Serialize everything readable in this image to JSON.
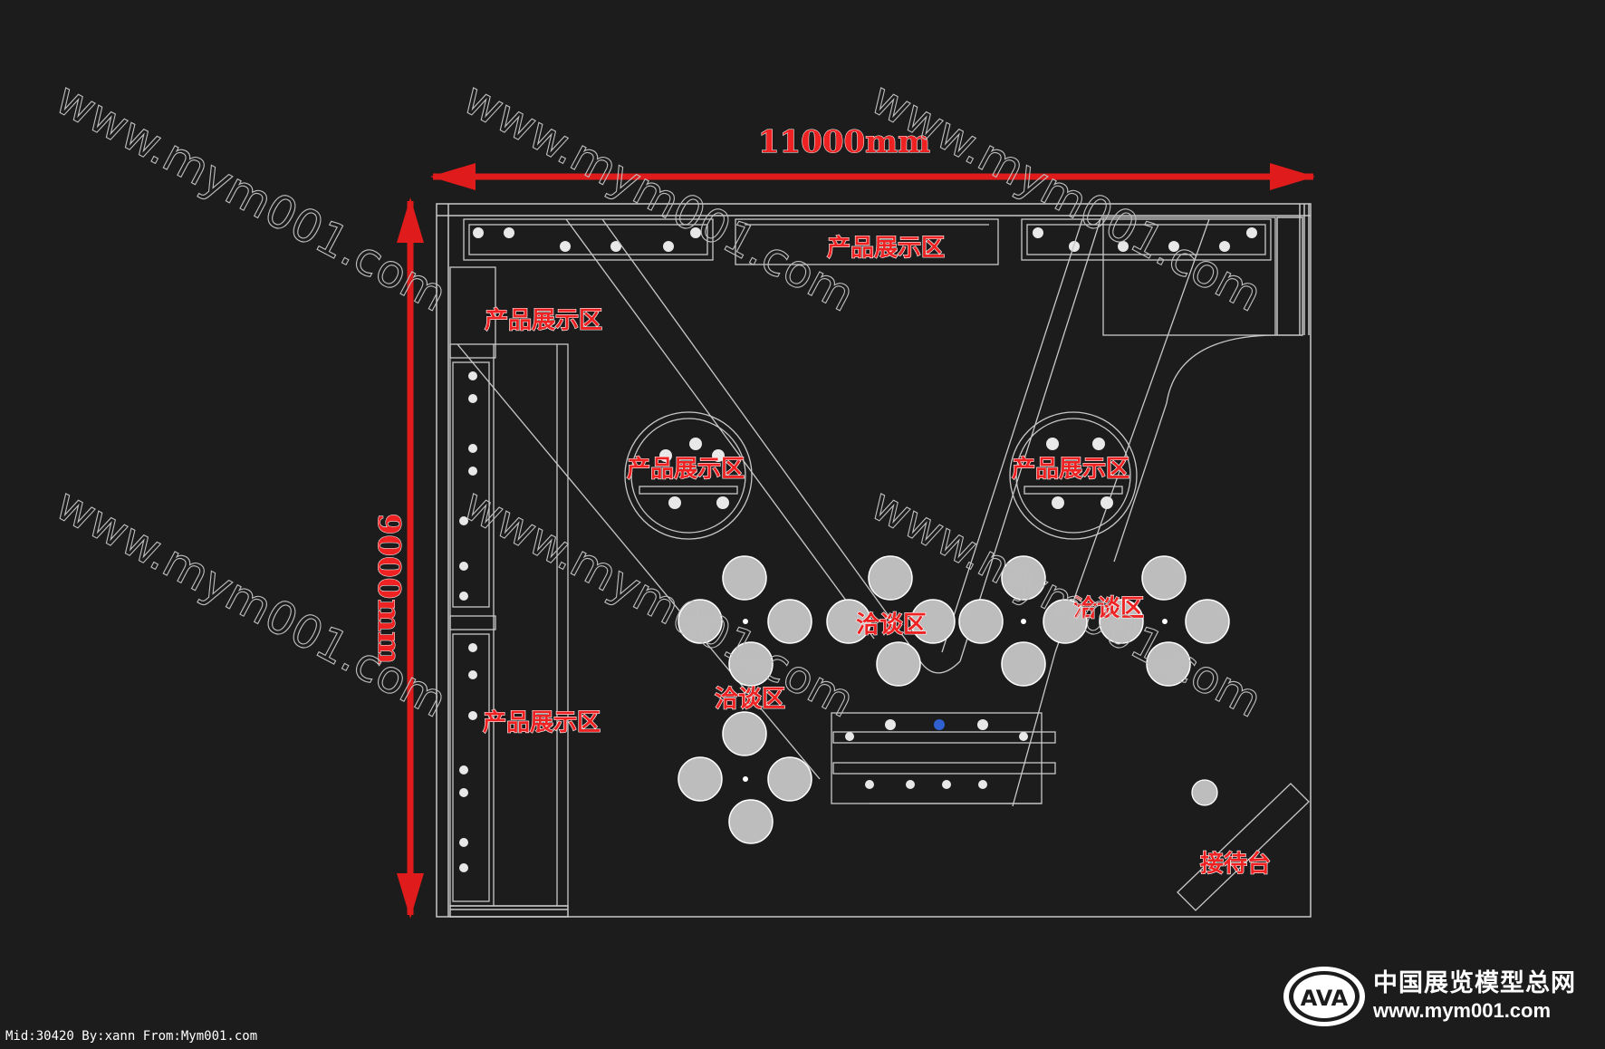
{
  "dimensions": {
    "width_label": "11000mm",
    "height_label": "9000mm"
  },
  "zones": {
    "top_display": "产品展示区",
    "upper_left_display": "产品展示区",
    "left_round_display": "产品展示区",
    "right_round_display": "产品展示区",
    "lower_left_display": "产品展示区",
    "negotiation_center": "洽谈区",
    "negotiation_right": "洽谈区",
    "negotiation_left": "洽谈区",
    "reception": "接待台"
  },
  "watermarks": [
    "www.mym001.com",
    "www.mym001.com",
    "www.mym001.com",
    "www.mym001.com",
    "www.mym001.com",
    "www.mym001.com"
  ],
  "footer": {
    "meta": "Mid:30420 By:xann From:Mym001.com"
  },
  "brand": {
    "name": "中国展览模型总网",
    "site": "www.mym001.com",
    "logo_text": "AVA"
  },
  "colors": {
    "background": "#1c1c1c",
    "lines": "#c8c8c8",
    "accent": "#ee2222"
  }
}
